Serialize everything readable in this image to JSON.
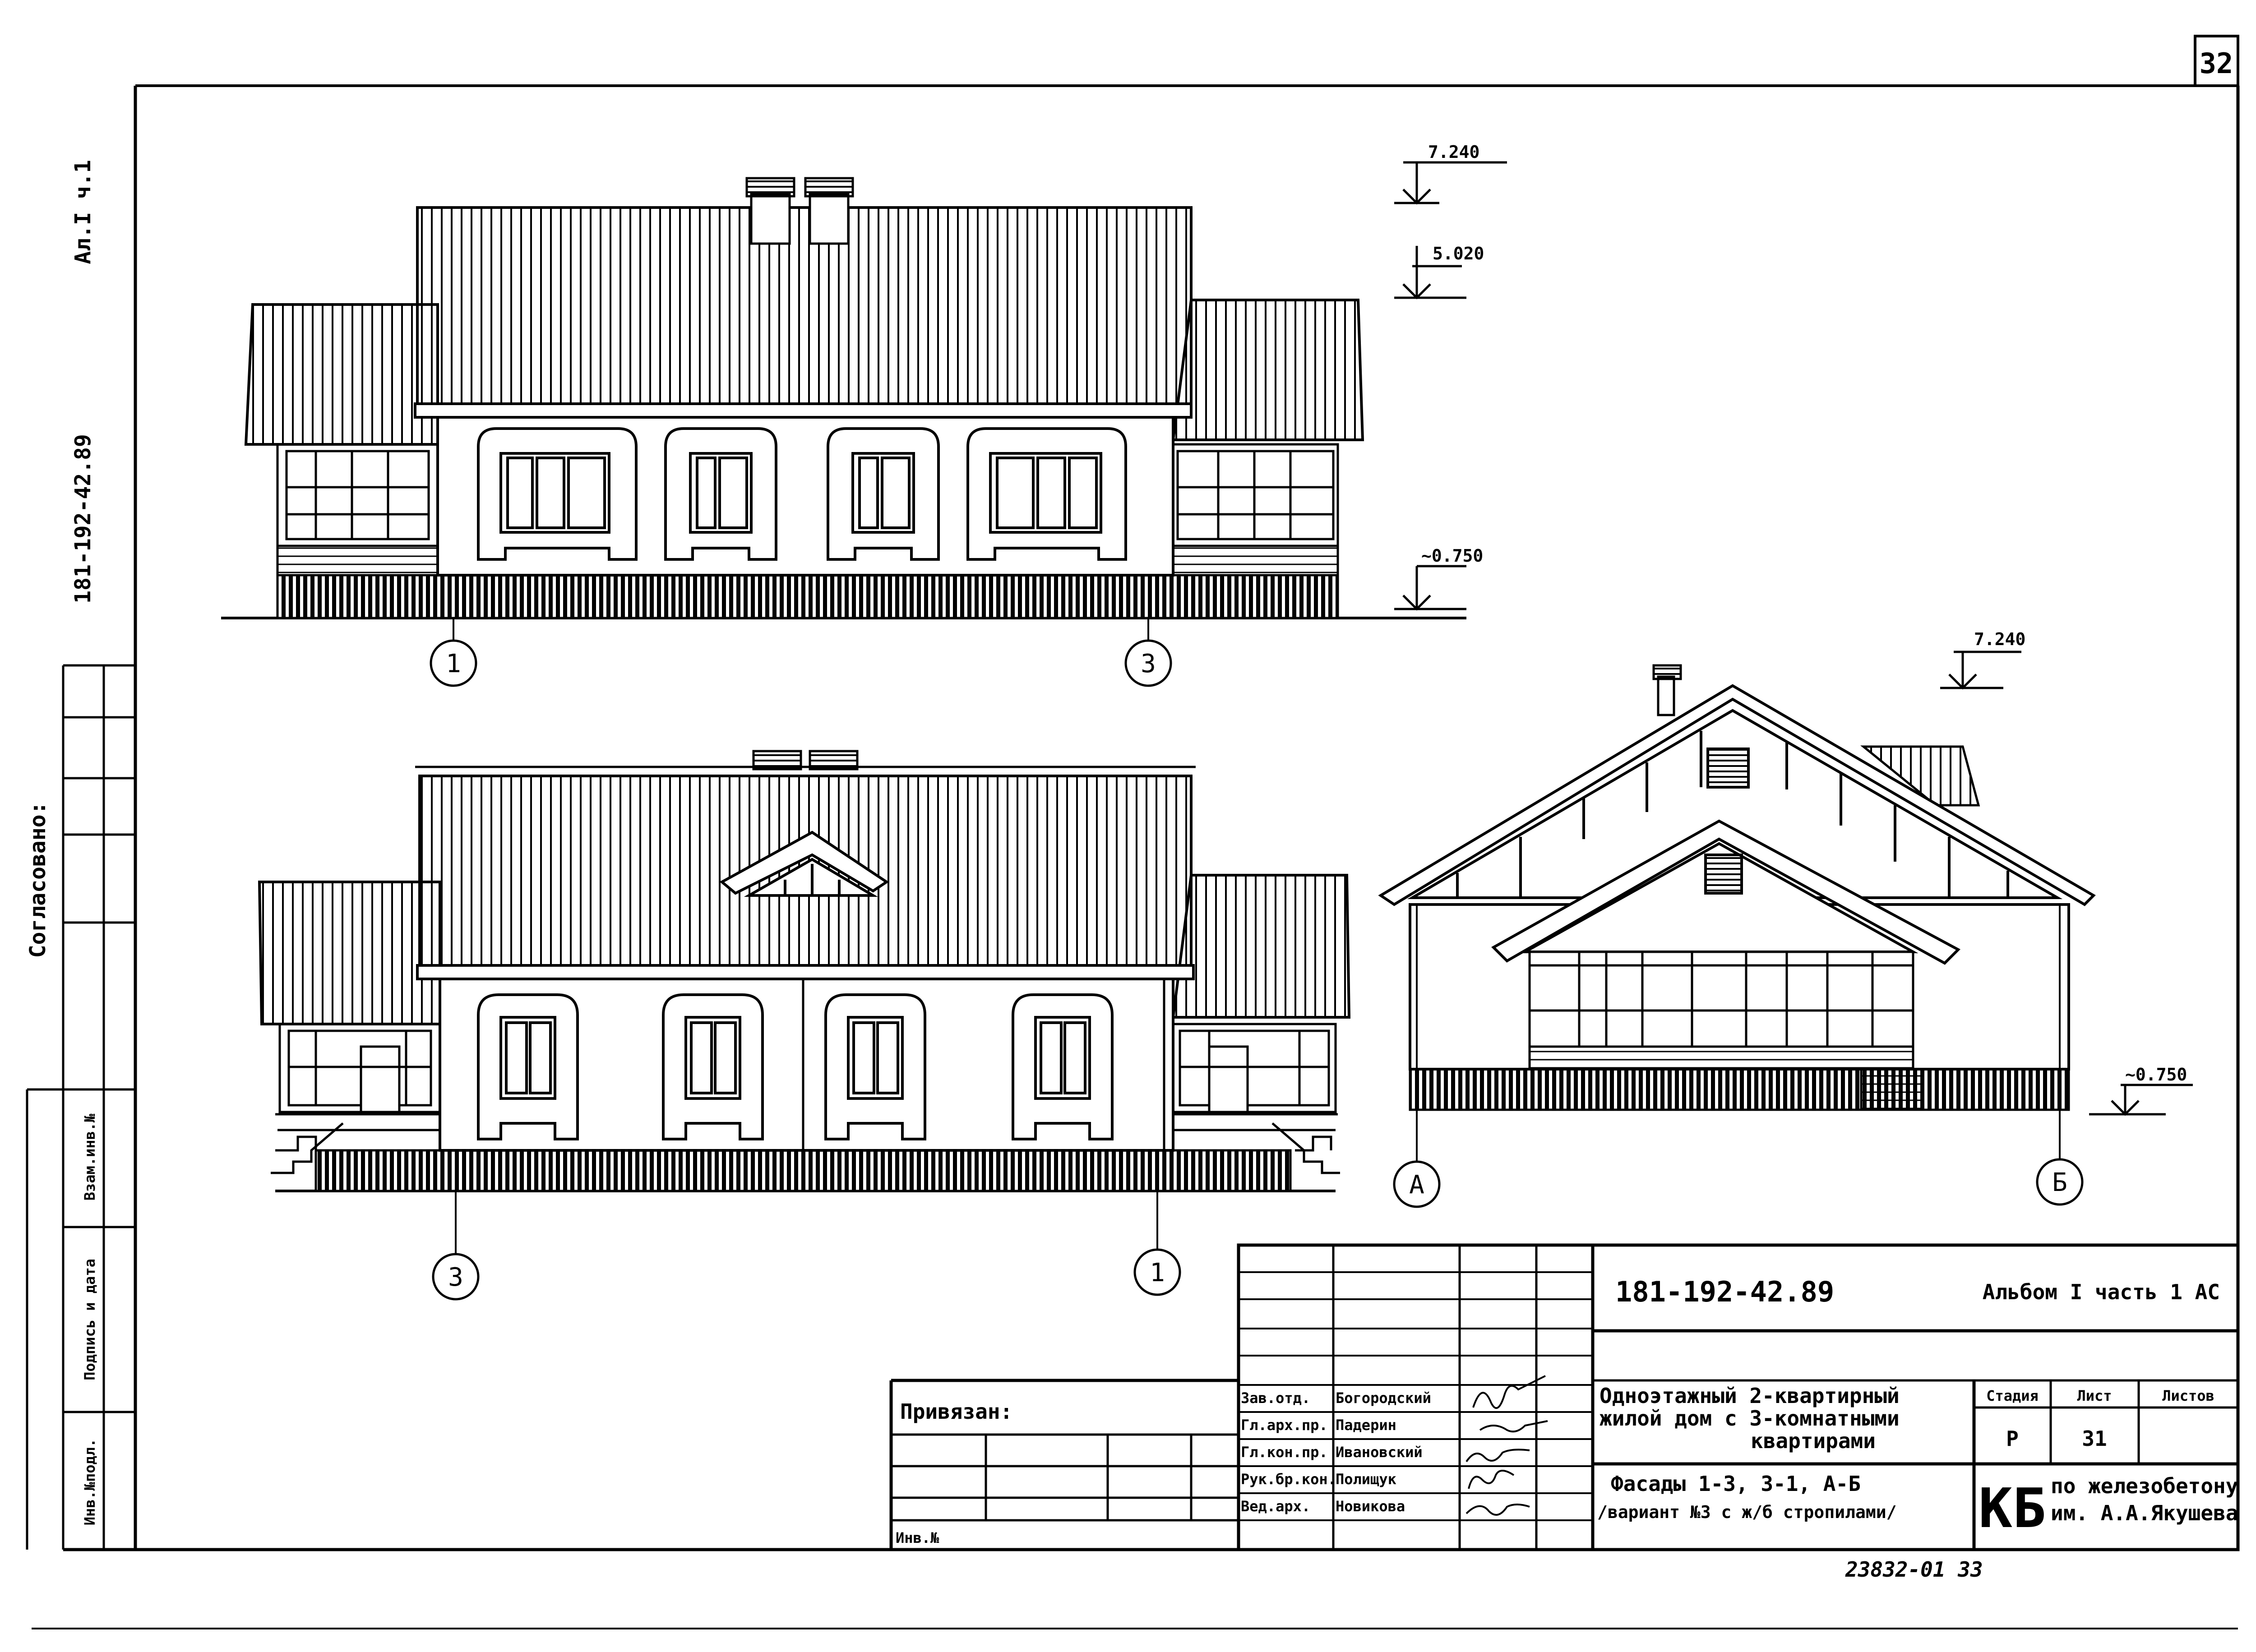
{
  "page_number": "32",
  "side_labels": {
    "album": "Ал.I ч.1",
    "code": "181-192-42.89",
    "agreed": "Согласовано:",
    "inv_orig": "Инв.№подл.",
    "signature_date": "Подпись и дата",
    "replaced_inv": "Взам.инв.№"
  },
  "elevations": {
    "top_left": {
      "level_marks": [
        "7.240",
        "5.020",
        "~0.750"
      ],
      "axes": [
        "1",
        "3"
      ]
    },
    "bottom_left": {
      "axes": [
        "3",
        "1"
      ]
    },
    "right": {
      "level_marks": [
        "7.240",
        "~0.750"
      ],
      "axes": [
        "А",
        "Б"
      ]
    }
  },
  "title_block": {
    "doc_code": "181-192-42.89",
    "album_part": "Альбом I часть 1 АС",
    "project_title_1": "Одноэтажный 2-квартирный",
    "project_title_2": "жилой дом с 3-комнатными",
    "project_title_3": "квартирами",
    "sheet_title_1": "Фасады 1-3, 3-1, А-Б",
    "sheet_title_2": "/вариант №3 с ж/б стропилами/",
    "stage_header": "Стадия",
    "sheet_header": "Лист",
    "sheets_header": "Листов",
    "stage_value": "Р",
    "sheet_value": "31",
    "org_logo": "КБ",
    "org_name_1": "по железобетону",
    "org_name_2": "им. А.А.Якушева",
    "bound_label": "Привязан:",
    "inv_label": "Инв.№",
    "staff": [
      {
        "role": "Зав.отд.",
        "name": "Богородский"
      },
      {
        "role": "Гл.арх.пр.",
        "name": "Падерин"
      },
      {
        "role": "Гл.кон.пр.",
        "name": "Ивановский"
      },
      {
        "role": "Рук.бр.кон.",
        "name": "Полищук"
      },
      {
        "role": "Вед.арх.",
        "name": "Новикова"
      }
    ]
  },
  "footer_number": "23832-01   33"
}
